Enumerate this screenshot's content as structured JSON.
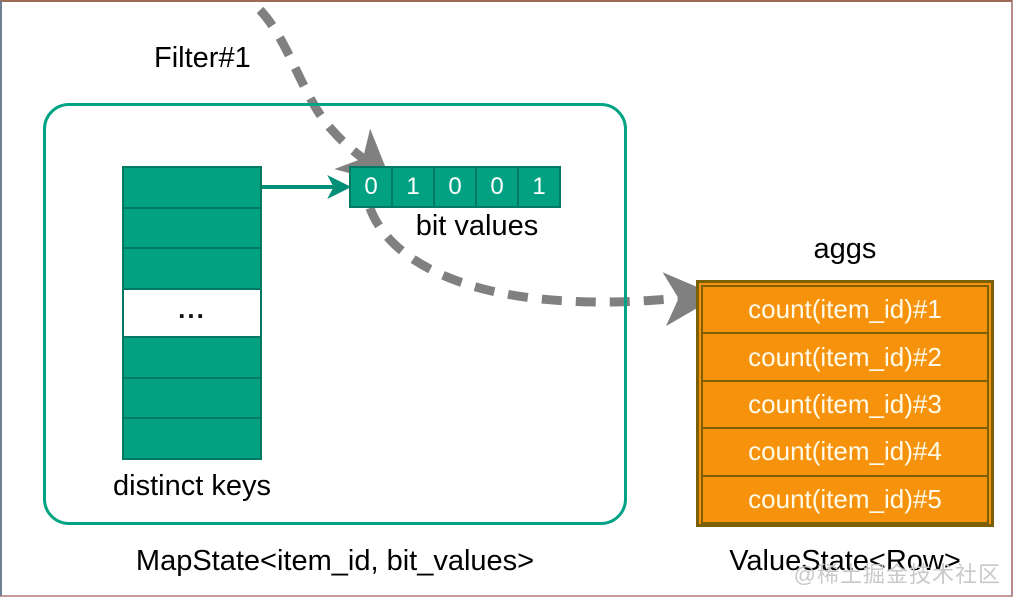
{
  "diagram": {
    "title_left": "MapState<item_id, bit_values>",
    "title_right": "ValueState<Row>",
    "filter_label": "Filter#1",
    "keys_label": "distinct keys",
    "bits_label": "bit values",
    "aggs_label": "aggs",
    "watermark": "@稀土掘金技术社区"
  },
  "colors": {
    "teal_fill": "#01a182",
    "teal_border": "#017a63",
    "container_border": "#00a383",
    "orange_fill": "#f7920c",
    "orange_border": "#7b6008",
    "arrow_dashed": "#808080",
    "text": "#000000",
    "bit_text": "#ffffff",
    "agg_text": "#fffbe8"
  },
  "keys": [
    {
      "label": "",
      "type": "filled"
    },
    {
      "label": "",
      "type": "filled"
    },
    {
      "label": "",
      "type": "filled"
    },
    {
      "label": "...",
      "type": "ellipsis"
    },
    {
      "label": "",
      "type": "filled"
    },
    {
      "label": "",
      "type": "filled"
    },
    {
      "label": "",
      "type": "filled"
    }
  ],
  "bits": [
    "0",
    "1",
    "0",
    "0",
    "1"
  ],
  "aggs": [
    "count(item_id)#1",
    "count(item_id)#2",
    "count(item_id)#3",
    "count(item_id)#4",
    "count(item_id)#5"
  ]
}
